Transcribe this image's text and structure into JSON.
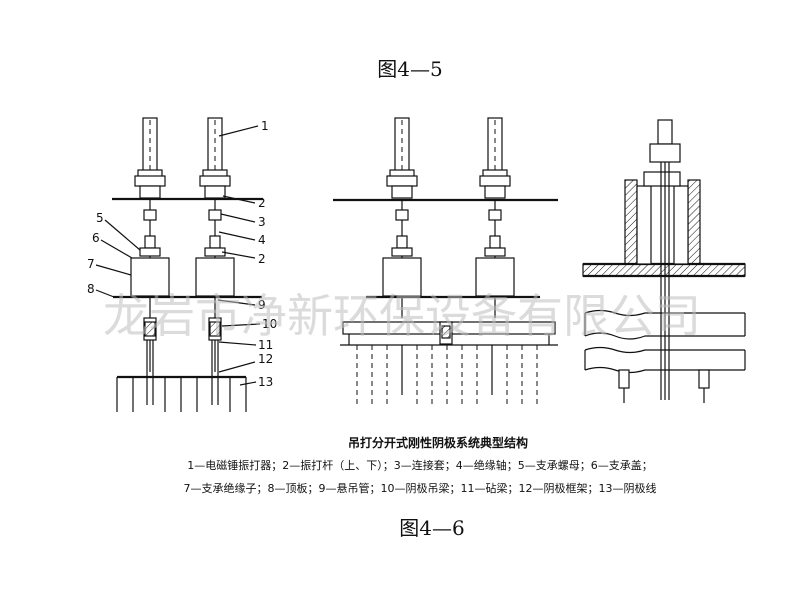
{
  "figure_top_title": "图4—5",
  "figure_bottom_title": "图4—6",
  "caption": {
    "title": "吊打分开式刚性阴极系统典型结构",
    "line1": "1—电磁锤振打器；2—振打杆（上、下）；3—连接套；4—绝缘轴；5—支承螺母；6—支承盖；",
    "line2": "7—支承绝缘子；8—顶板；9—悬吊管；10—阴极吊梁；11—砧梁；12—阴极框架；13—阴极线"
  },
  "callouts": [
    "1",
    "2",
    "3",
    "4",
    "2",
    "5",
    "6",
    "7",
    "8",
    "9",
    "10",
    "11",
    "12",
    "13"
  ],
  "watermark": "龙岩市净新环保设备有限公司"
}
